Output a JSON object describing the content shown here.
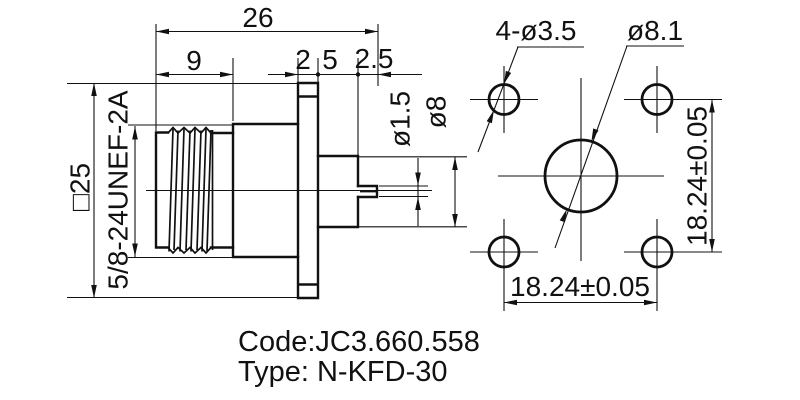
{
  "side_view": {
    "overall_length": "26",
    "thread_length": "9",
    "flange_thickness": "2",
    "body_length": "5",
    "pin_length": "2.5",
    "flange_square": "□25",
    "thread_spec": "5/8-24UNEF-2A",
    "pin_diameter": "ø1.5",
    "rear_diameter": "ø8"
  },
  "front_view": {
    "mounting_holes": "4-ø3.5",
    "center_hole": "ø8.1",
    "hole_spacing_vertical": "18.24±0.05",
    "hole_spacing_horizontal": "18.24±0.05"
  },
  "notes": {
    "code": "Code:JC3.660.558",
    "type": "Type: N-KFD-30"
  },
  "colors": {
    "line": "#111111",
    "background": "#ffffff"
  }
}
